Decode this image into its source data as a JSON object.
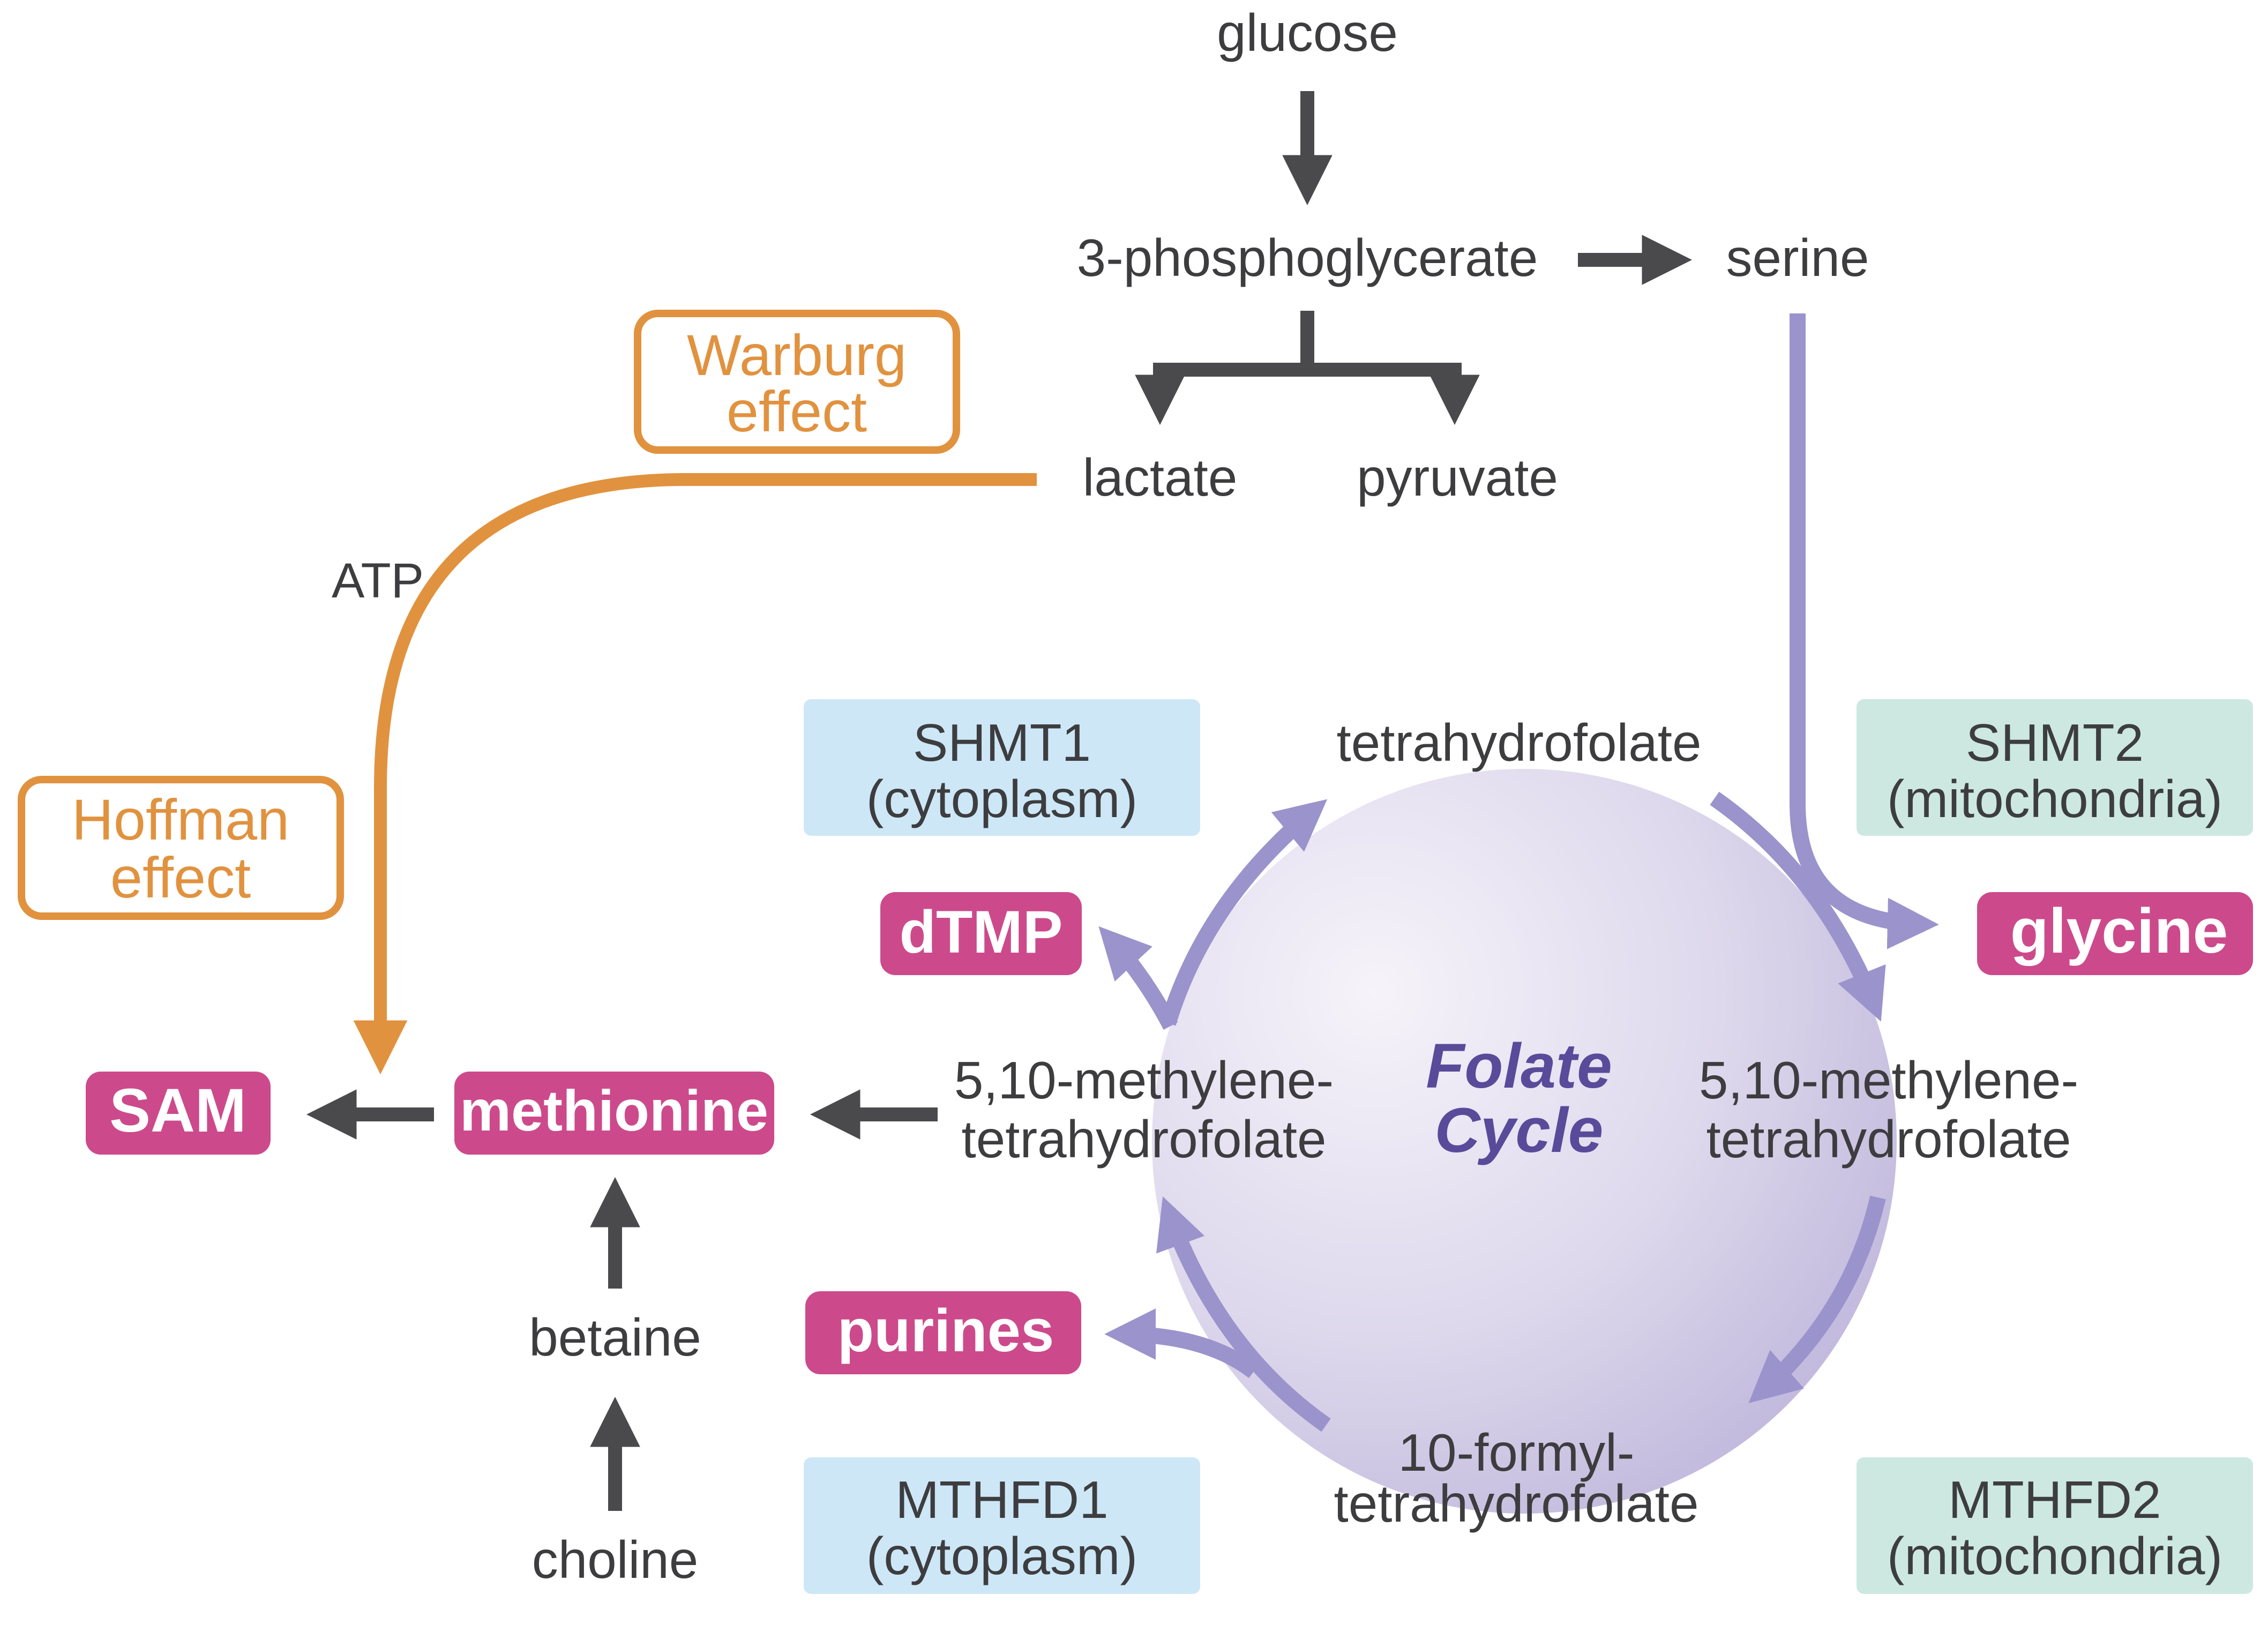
{
  "metabolites": {
    "glucose": "glucose",
    "phosphoglycerate": "3-phosphoglycerate",
    "serine": "serine",
    "lactate": "lactate",
    "pyruvate": "pyruvate",
    "atp": "ATP",
    "thf_top": "tetrahydrofolate",
    "methylene_left_1": "5,10-methylene-",
    "methylene_left_2": "tetrahydrofolate",
    "methylene_right_1": "5,10-methylene-",
    "methylene_right_2": "tetrahydrofolate",
    "formyl_1": "10-formyl-",
    "formyl_2": "tetrahydrofolate",
    "betaine": "betaine",
    "choline": "choline"
  },
  "products": {
    "sam": "SAM",
    "methionine": "methionine",
    "dtmp": "dTMP",
    "purines": "purines",
    "glycine": "glycine"
  },
  "effects": {
    "warburg_1": "Warburg",
    "warburg_2": "effect",
    "hoffman_1": "Hoffman",
    "hoffman_2": "effect"
  },
  "enzymes": {
    "shmt1_1": "SHMT1",
    "shmt1_2": "(cytoplasm)",
    "shmt2_1": "SHMT2",
    "shmt2_2": "(mitochondria)",
    "mthfd1_1": "MTHFD1",
    "mthfd1_2": "(cytoplasm)",
    "mthfd2_1": "MTHFD2",
    "mthfd2_2": "(mitochondria)"
  },
  "cycle": {
    "line1": "Folate",
    "line2": "Cycle"
  },
  "colors": {
    "arrow_gray": "#4a4a4c",
    "orange": "#e1923f",
    "purple": "#9b93cc",
    "magenta": "#cc4a8b",
    "cytoplasm_bg": "#cde7f7",
    "mitochondria_bg": "#cce8e1",
    "cycle_text": "#5a4a9a"
  }
}
